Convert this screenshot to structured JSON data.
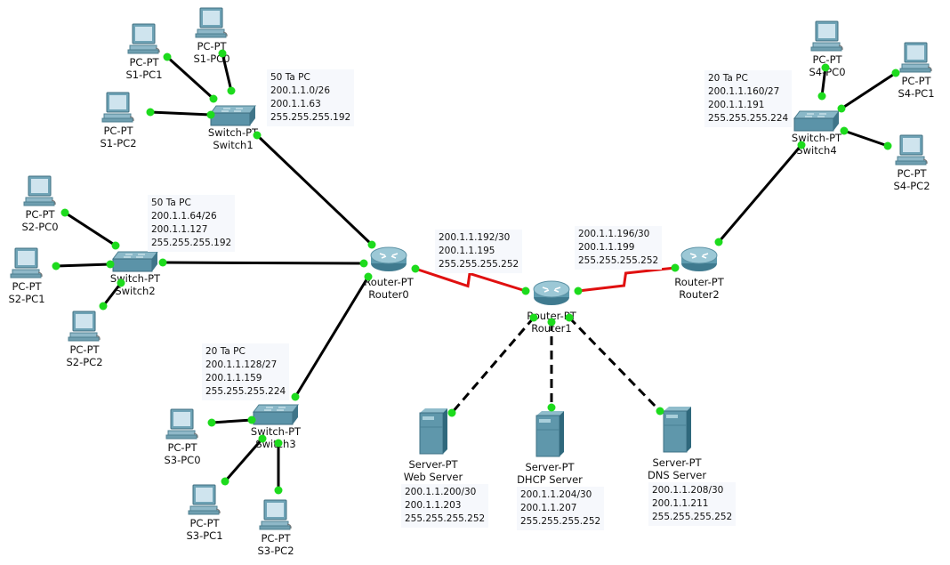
{
  "colors": {
    "link_ethernet": "#000000",
    "link_serial": "#e01010",
    "port_up": "#1ddb1d",
    "device_body": "#5b9bb0",
    "note_bg": "#f6f8fc"
  },
  "devices": [
    {
      "id": "S1-PC1",
      "type": "pc",
      "model": "PC-PT",
      "name": "S1-PC1"
    },
    {
      "id": "S1-PC0",
      "type": "pc",
      "model": "PC-PT",
      "name": "S1-PC0"
    },
    {
      "id": "S1-PC2",
      "type": "pc",
      "model": "PC-PT",
      "name": "S1-PC2"
    },
    {
      "id": "Switch1",
      "type": "switch",
      "model": "Switch-PT",
      "name": "Switch1"
    },
    {
      "id": "S2-PC0",
      "type": "pc",
      "model": "PC-PT",
      "name": "S2-PC0"
    },
    {
      "id": "S2-PC1",
      "type": "pc",
      "model": "PC-PT",
      "name": "S2-PC1"
    },
    {
      "id": "S2-PC2",
      "type": "pc",
      "model": "PC-PT",
      "name": "S2-PC2"
    },
    {
      "id": "Switch2",
      "type": "switch",
      "model": "Switch-PT",
      "name": "Switch2"
    },
    {
      "id": "S3-PC0",
      "type": "pc",
      "model": "PC-PT",
      "name": "S3-PC0"
    },
    {
      "id": "S3-PC1",
      "type": "pc",
      "model": "PC-PT",
      "name": "S3-PC1"
    },
    {
      "id": "S3-PC2",
      "type": "pc",
      "model": "PC-PT",
      "name": "S3-PC2"
    },
    {
      "id": "Switch3",
      "type": "switch",
      "model": "Switch-PT",
      "name": "Switch3"
    },
    {
      "id": "S4-PC0",
      "type": "pc",
      "model": "PC-PT",
      "name": "S4-PC0"
    },
    {
      "id": "S4-PC1",
      "type": "pc",
      "model": "PC-PT",
      "name": "S4-PC1"
    },
    {
      "id": "S4-PC2",
      "type": "pc",
      "model": "PC-PT",
      "name": "S4-PC2"
    },
    {
      "id": "Switch4",
      "type": "switch",
      "model": "Switch-PT",
      "name": "Switch4"
    },
    {
      "id": "Router0",
      "type": "router",
      "model": "Router-PT",
      "name": "Router0"
    },
    {
      "id": "Router1",
      "type": "router",
      "model": "Router-PT",
      "name": "Router1"
    },
    {
      "id": "Router2",
      "type": "router",
      "model": "Router-PT",
      "name": "Router2"
    },
    {
      "id": "WebServer",
      "type": "server",
      "model": "Server-PT",
      "name": "Web Server"
    },
    {
      "id": "DHCPServer",
      "type": "server",
      "model": "Server-PT",
      "name": "DHCP Server"
    },
    {
      "id": "DNSServer",
      "type": "server",
      "model": "Server-PT",
      "name": "DNS Server"
    }
  ],
  "links": [
    {
      "from": "S1-PC1",
      "to": "Switch1",
      "kind": "ethernet"
    },
    {
      "from": "S1-PC0",
      "to": "Switch1",
      "kind": "ethernet"
    },
    {
      "from": "S1-PC2",
      "to": "Switch1",
      "kind": "ethernet"
    },
    {
      "from": "Switch1",
      "to": "Router0",
      "kind": "ethernet"
    },
    {
      "from": "S2-PC0",
      "to": "Switch2",
      "kind": "ethernet"
    },
    {
      "from": "S2-PC1",
      "to": "Switch2",
      "kind": "ethernet"
    },
    {
      "from": "S2-PC2",
      "to": "Switch2",
      "kind": "ethernet"
    },
    {
      "from": "Switch2",
      "to": "Router0",
      "kind": "ethernet"
    },
    {
      "from": "S3-PC0",
      "to": "Switch3",
      "kind": "ethernet"
    },
    {
      "from": "S3-PC1",
      "to": "Switch3",
      "kind": "ethernet"
    },
    {
      "from": "S3-PC2",
      "to": "Switch3",
      "kind": "ethernet"
    },
    {
      "from": "Switch3",
      "to": "Router0",
      "kind": "ethernet"
    },
    {
      "from": "S4-PC0",
      "to": "Switch4",
      "kind": "ethernet"
    },
    {
      "from": "S4-PC1",
      "to": "Switch4",
      "kind": "ethernet"
    },
    {
      "from": "S4-PC2",
      "to": "Switch4",
      "kind": "ethernet"
    },
    {
      "from": "Switch4",
      "to": "Router2",
      "kind": "ethernet"
    },
    {
      "from": "Router0",
      "to": "Router1",
      "kind": "serial"
    },
    {
      "from": "Router1",
      "to": "Router2",
      "kind": "serial"
    },
    {
      "from": "Router1",
      "to": "WebServer",
      "kind": "crossover"
    },
    {
      "from": "Router1",
      "to": "DHCPServer",
      "kind": "crossover"
    },
    {
      "from": "Router1",
      "to": "DNSServer",
      "kind": "crossover"
    }
  ],
  "notes": [
    {
      "id": "switch1-subnet",
      "lines": [
        "50 Ta PC",
        "200.1.1.0/26",
        "200.1.1.63",
        "255.255.255.192"
      ]
    },
    {
      "id": "switch2-subnet",
      "lines": [
        "50 Ta PC",
        "200.1.1.64/26",
        "200.1.1.127",
        "255.255.255.192"
      ]
    },
    {
      "id": "switch3-subnet",
      "lines": [
        "20 Ta PC",
        "200.1.1.128/27",
        "200.1.1.159",
        "255.255.255.224"
      ]
    },
    {
      "id": "switch4-subnet",
      "lines": [
        "20 Ta PC",
        "200.1.1.160/27",
        "200.1.1.191",
        "255.255.255.224"
      ]
    },
    {
      "id": "r0-r1-subnet",
      "lines": [
        "200.1.1.192/30",
        "200.1.1.195",
        "255.255.255.252"
      ]
    },
    {
      "id": "r1-r2-subnet",
      "lines": [
        "200.1.1.196/30",
        "200.1.1.199",
        "255.255.255.252"
      ]
    },
    {
      "id": "web-server-subnet",
      "lines": [
        "200.1.1.200/30",
        "200.1.1.203",
        "255.255.255.252"
      ]
    },
    {
      "id": "dhcp-server-subnet",
      "lines": [
        "200.1.1.204/30",
        "200.1.1.207",
        "255.255.255.252"
      ]
    },
    {
      "id": "dns-server-subnet",
      "lines": [
        "200.1.1.208/30",
        "200.1.1.211",
        "255.255.255.252"
      ]
    }
  ]
}
